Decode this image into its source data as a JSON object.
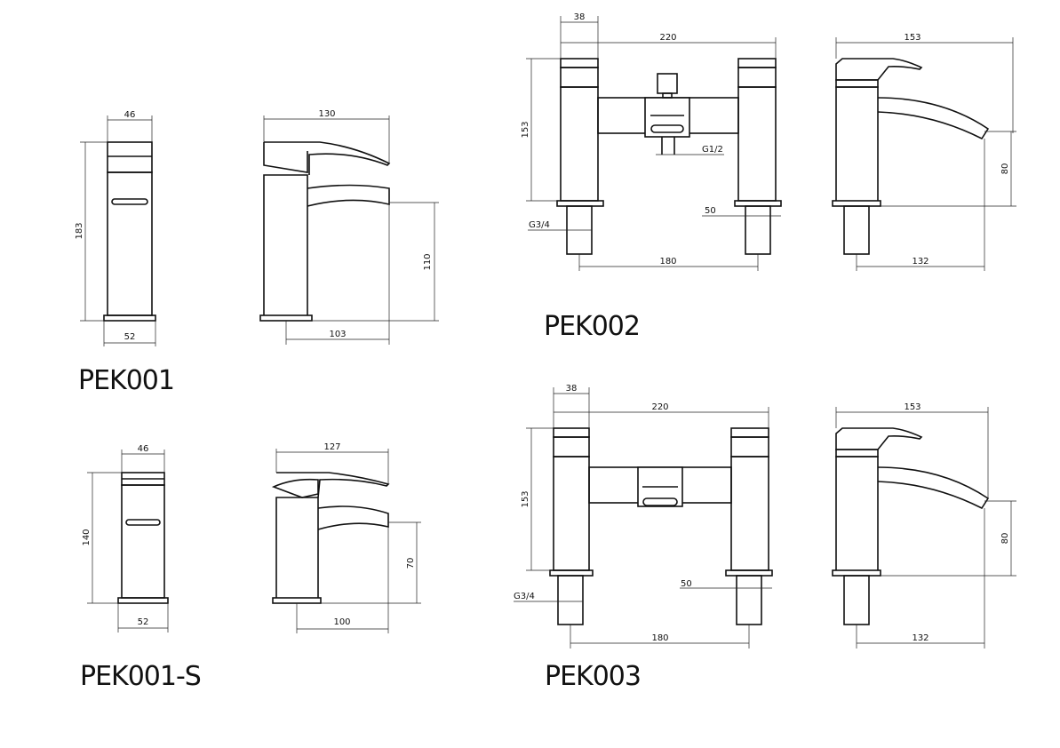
{
  "models": {
    "pek001": {
      "title": "PEK001",
      "front": {
        "width_top": "46",
        "height": "183",
        "width_base": "52"
      },
      "side": {
        "length_top": "130",
        "spout_height": "110",
        "reach": "103"
      }
    },
    "pek001s": {
      "title": "PEK001-S",
      "front": {
        "width_top": "46",
        "height": "140",
        "width_base": "52"
      },
      "side": {
        "length_top": "127",
        "spout_height": "70",
        "reach": "100"
      }
    },
    "pek002": {
      "title": "PEK002",
      "front": {
        "pillar_width": "38",
        "overall_width": "220",
        "height": "153",
        "outlet": "G1/2",
        "flange": "50",
        "inlet": "G3/4",
        "centres": "180"
      },
      "side": {
        "length_top": "153",
        "spout_height": "80",
        "reach": "132"
      }
    },
    "pek003": {
      "title": "PEK003",
      "front": {
        "pillar_width": "38",
        "overall_width": "220",
        "height": "153",
        "flange": "50",
        "inlet": "G3/4",
        "centres": "180"
      },
      "side": {
        "length_top": "153",
        "spout_height": "80",
        "reach": "132"
      }
    }
  }
}
